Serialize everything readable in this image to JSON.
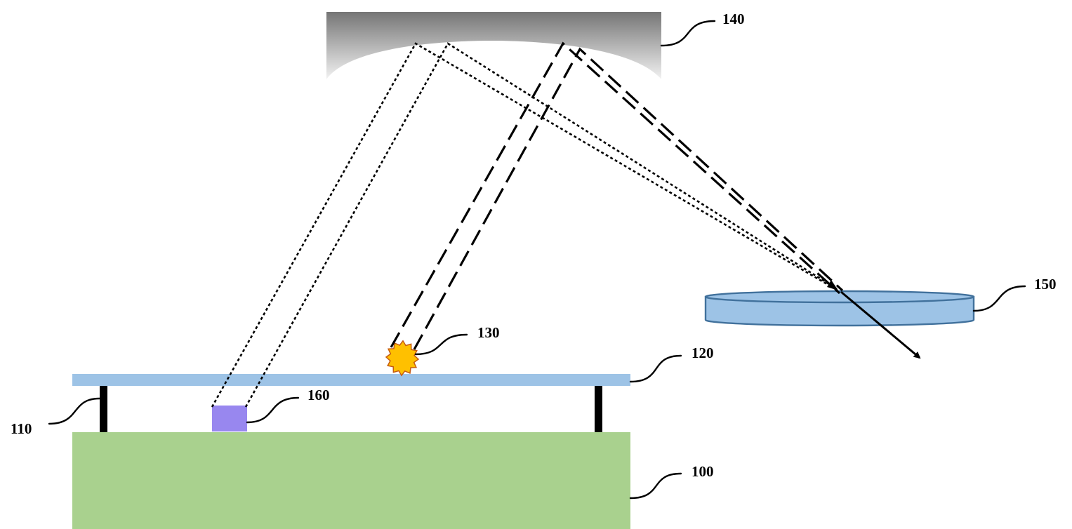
{
  "labels": {
    "base": "100",
    "supports": "110",
    "plate": "120",
    "light_source": "130",
    "mirror": "140",
    "lens": "150",
    "marker": "160"
  },
  "colors": {
    "base": "#a9d18e",
    "plate": "#9dc3e6",
    "supports": "#000000",
    "marker": "#9887ef",
    "lens_fill": "#9dc3e6",
    "lens_edge": "#41719c",
    "mirror_top": "#757575",
    "mirror_bottom": "#f2f2f2",
    "burst_fill": "#ffc000",
    "burst_edge": "#c55a11"
  }
}
